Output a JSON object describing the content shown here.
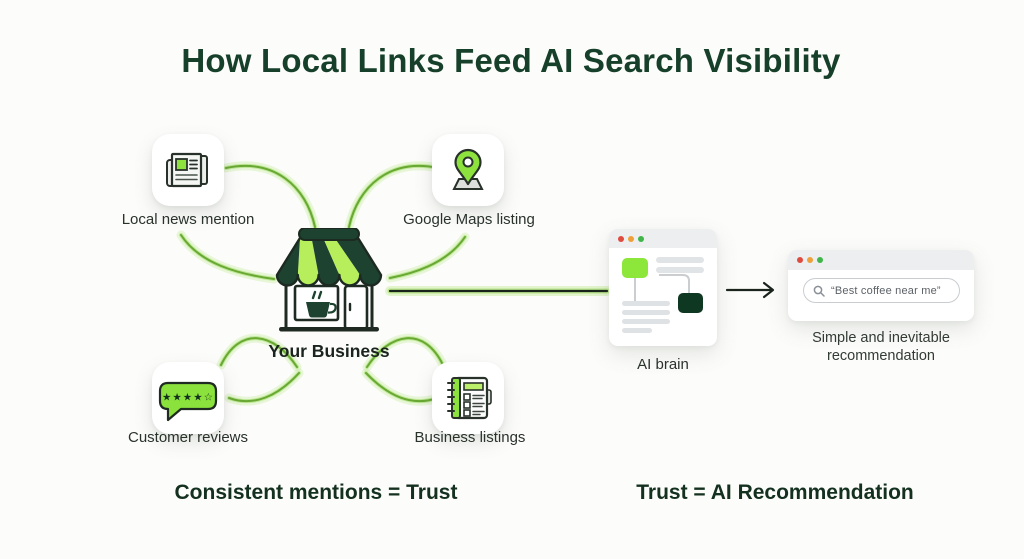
{
  "title": "How Local Links Feed AI Search Visibility",
  "hub": {
    "label": "Your Business"
  },
  "sources": {
    "news": {
      "label": "Local news mention"
    },
    "maps": {
      "label": "Google Maps listing"
    },
    "reviews": {
      "label": "Customer reviews",
      "stars": "★★★★☆"
    },
    "listings": {
      "label": "Business listings"
    }
  },
  "ai": {
    "label": "AI brain"
  },
  "result": {
    "query": "“Best coffee near me”",
    "caption_line1": "Simple and inevitable",
    "caption_line2": "recommendation"
  },
  "captions": {
    "left": "Consistent mentions = Trust",
    "right": "Trust = AI Recommendation"
  },
  "colors": {
    "title_green": "#17402A",
    "accent_green": "#8DE23E",
    "dark_green": "#1E4230",
    "light_stripe": "#B6EF5B",
    "curve_green": "#68A833",
    "dot_red": "#E04B3F",
    "dot_orange": "#EFA03B",
    "dot_green": "#3FB54A"
  }
}
